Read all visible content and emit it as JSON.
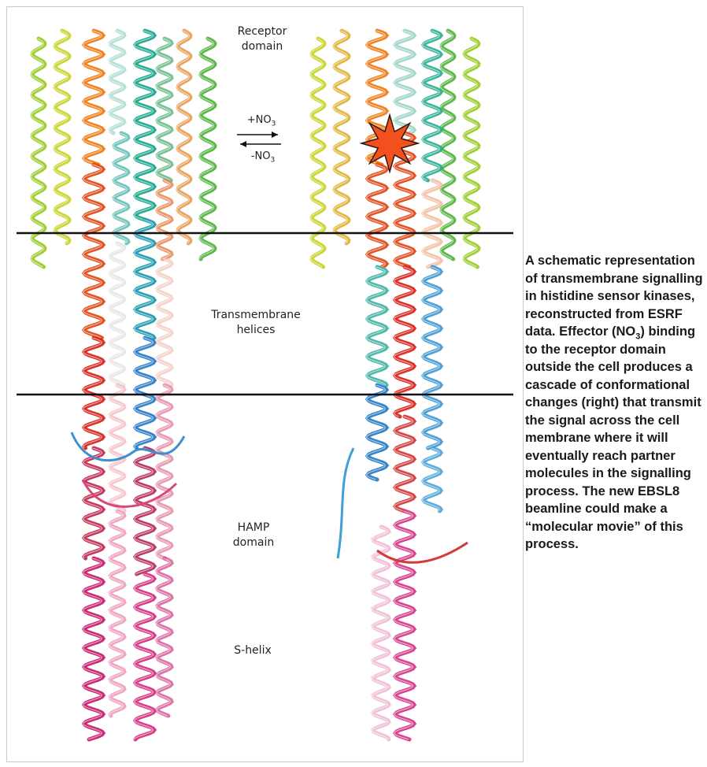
{
  "labels": {
    "receptor_line1": "Receptor",
    "receptor_line2": "domain",
    "plus_no3_prefix": "+NO",
    "minus_no3_prefix": "-NO",
    "no3_subscript": "3",
    "tm_line1": "Transmembrane",
    "tm_line2": "helices",
    "hamp_line1": "HAMP",
    "hamp_line2": "domain",
    "shelix": "S-helix"
  },
  "caption": {
    "part1": "A schematic representation of transmembrane signalling in histidine sensor kinases, reconstructed from ESRF data. Effector (NO",
    "subscript": "3",
    "part2": ") binding to the receptor domain outside the cell produces a cascade of conformational changes (right) that transmit the signal across the cell membrane where it will eventually reach partner molecules in the signalling process. The new  EBSL8 beamline could make a “molecular movie” of this process."
  },
  "colors": {
    "membrane_line": "#111111",
    "star_fill": "#f4501e",
    "caption_text": "#1a1a1a"
  }
}
